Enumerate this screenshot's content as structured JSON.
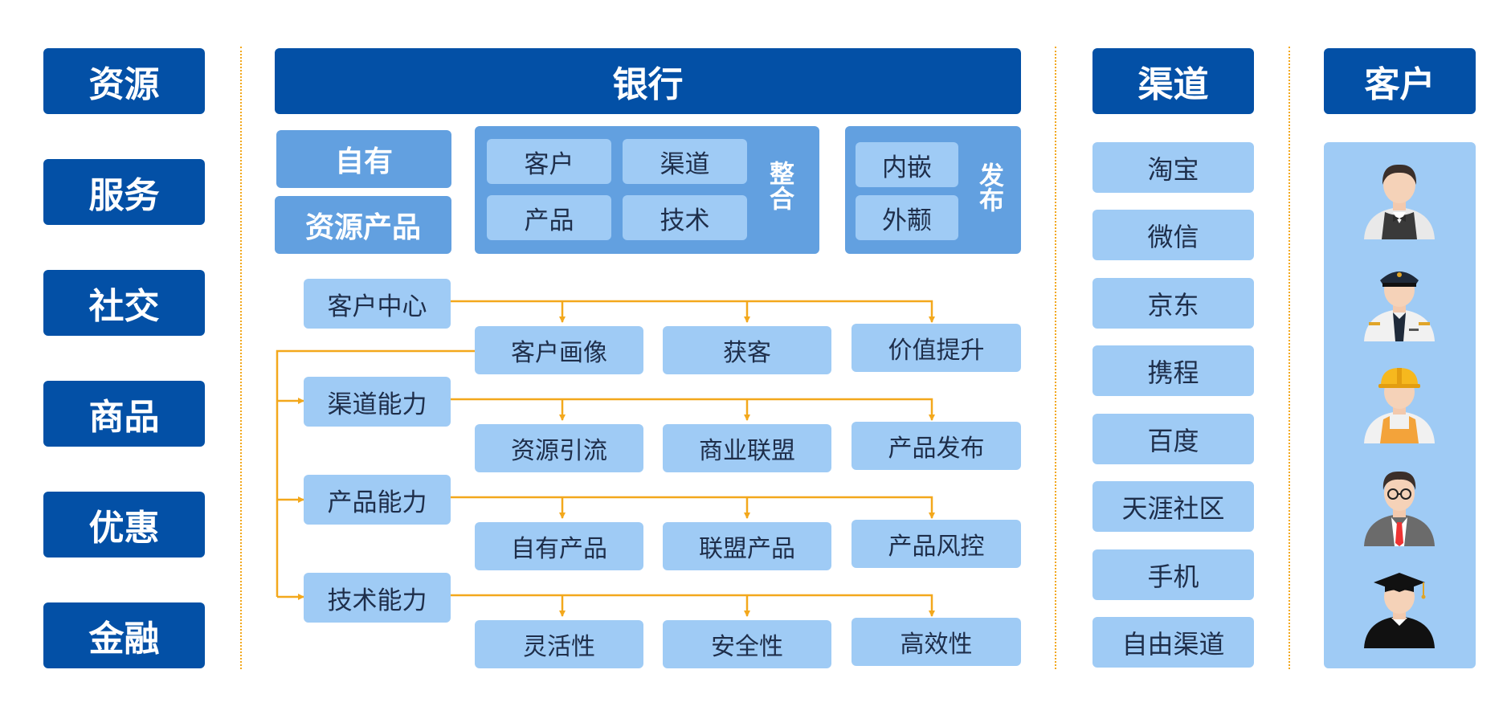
{
  "headers": {
    "resources": "资源",
    "bank": "银行",
    "channels": "渠道",
    "customers": "客户"
  },
  "resources": [
    "服务",
    "社交",
    "商品",
    "优惠",
    "金融"
  ],
  "bank_top": {
    "own": "自有",
    "resource_products": "资源产品",
    "integrate_items": [
      "客户",
      "渠道",
      "产品",
      "技术"
    ],
    "integrate_label": "整合",
    "publish_items": [
      "内嵌",
      "外颟"
    ],
    "publish_label": "发布"
  },
  "capabilities": [
    {
      "name": "客户中心",
      "children": [
        "客户画像",
        "获客",
        "价值提升"
      ]
    },
    {
      "name": "渠道能力",
      "children": [
        "资源引流",
        "商业联盟",
        "产品发布"
      ]
    },
    {
      "name": "产品能力",
      "children": [
        "自有产品",
        "联盟产品",
        "产品风控"
      ]
    },
    {
      "name": "技术能力",
      "children": [
        "灵活性",
        "安全性",
        "高效性"
      ]
    }
  ],
  "channels": [
    "淘宝",
    "微信",
    "京东",
    "携程",
    "百度",
    "天涯社区",
    "手机",
    "自由渠道"
  ],
  "customer_icons": [
    "waiter-avatar-icon",
    "pilot-avatar-icon",
    "worker-avatar-icon",
    "businessman-avatar-icon",
    "graduate-avatar-icon"
  ],
  "colors": {
    "dark_blue": "#0350A6",
    "mid_blue": "#62A0E0",
    "light_blue": "#9FCBF5",
    "connector": "#F3A81C"
  }
}
